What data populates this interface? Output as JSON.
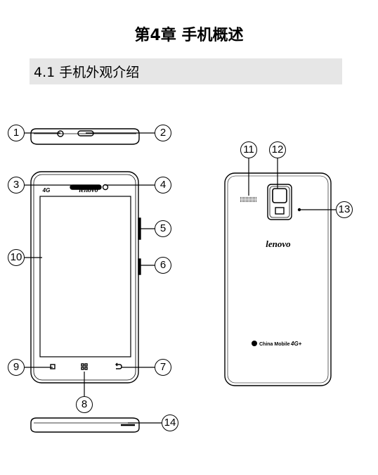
{
  "chapter": {
    "title": "第4章  手机概述"
  },
  "section": {
    "title": "4.1 手机外观介绍"
  },
  "front_phone": {
    "brand": "lenovo",
    "badge": "4G"
  },
  "back_phone": {
    "brand": "lenovo",
    "carrier": "China Mobile",
    "badge": "4G+"
  },
  "callouts": [
    "1",
    "2",
    "3",
    "4",
    "5",
    "6",
    "7",
    "8",
    "9",
    "10",
    "11",
    "12",
    "13",
    "14"
  ]
}
